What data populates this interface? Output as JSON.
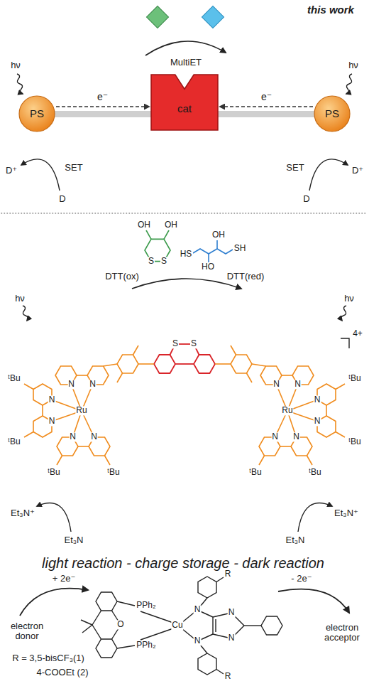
{
  "diagram": {
    "nodes": [
      {
        "text": [
          "PS"
        ]
      },
      {
        "text": [
          "cat"
        ]
      },
      {
        "text": [
          "PS"
        ]
      }
    ],
    "edges": [
      {
        "from": 0,
        "to": 1,
        "arrow": "to",
        "label": "e⁻"
      },
      {
        "from": 2,
        "to": 1,
        "arrow": "to",
        "label": "e⁻"
      }
    ],
    "labels": [
      "this work",
      "MultiET",
      "hν",
      "hν",
      "D⁺",
      "SET",
      "D",
      "D⁺",
      "SET",
      "D",
      "OH",
      "OH",
      "S",
      "S",
      "DTT(ox)",
      "HO",
      "OH",
      "HS",
      "SH",
      "DTT(red)",
      "hν",
      "hν",
      "4+",
      "S",
      "S",
      "N",
      "N",
      "N",
      "N",
      "N",
      "N",
      "Ru",
      "ᵗBu",
      "ᵗBu",
      "ᵗBu",
      "ᵗBu",
      "N",
      "N",
      "N",
      "N",
      "N",
      "N",
      "Ru",
      "ᵗBu",
      "ᵗBu",
      "ᵗBu",
      "ᵗBu",
      "Et₃N⁺",
      "Et₃N",
      "Et₃N⁺",
      "Et₃N",
      "light reaction - charge storage - dark reaction",
      "+ 2e⁻",
      "electron donor",
      "- 2e⁻",
      "electron acceptor",
      "O",
      "PPh₂",
      "PPh₂",
      "Cu",
      "N",
      "N",
      "N",
      "N",
      "R",
      "R",
      "R = 3,5-bisCF₃(1)",
      "4-COOEt (2)"
    ]
  }
}
